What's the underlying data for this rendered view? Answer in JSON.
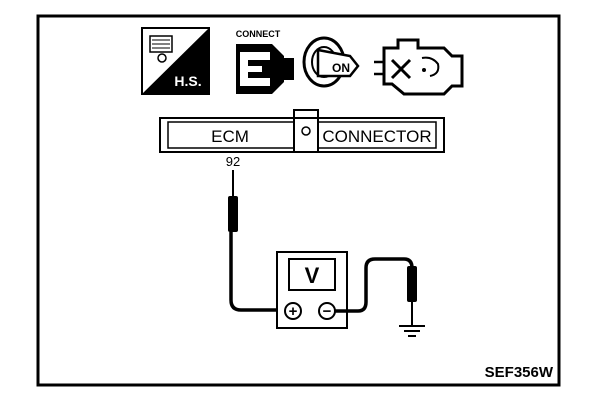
{
  "icons": {
    "hs_label": "H.S.",
    "connect_label": "CONNECT",
    "ignition_label": "ON"
  },
  "connector": {
    "ecm_label": "ECM",
    "connector_label": "CONNECTOR",
    "terminal": "92"
  },
  "meter": {
    "label": "V",
    "plus_symbol": "+",
    "minus_symbol": "−"
  },
  "figure_code": "SEF356W",
  "colors": {
    "ink": "#000000",
    "paper": "#ffffff"
  }
}
